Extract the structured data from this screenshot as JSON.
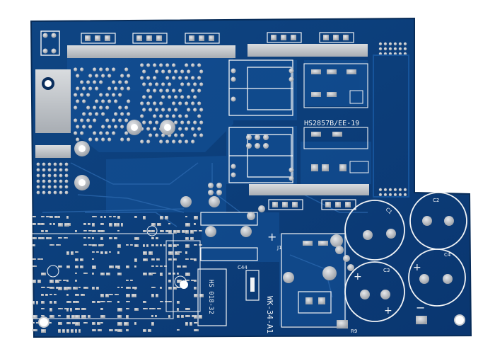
{
  "image": {
    "subject": "printed-circuit-board",
    "colors": {
      "background": "#ffffff",
      "board": "#0c3e7a",
      "board_edge": "#0a3366",
      "trace": "#16549b",
      "copper": "#c9ccd0",
      "silk": "#f2f4f6",
      "hole": "#0a2e5c"
    }
  },
  "silkscreen": {
    "label_hs_mid": "HS2857B/EE-19",
    "label_hs_bottom": "HS 018-32",
    "label_board_id": "WK-34-A1",
    "label_cap_c1": "C1",
    "label_cap_c2": "C2",
    "label_cap_c3": "C3",
    "label_cap_c4": "C4",
    "label_plus": "+",
    "label_minus": "−",
    "label_j1": "J1",
    "label_c44": "C44",
    "label_r9": "R9"
  }
}
